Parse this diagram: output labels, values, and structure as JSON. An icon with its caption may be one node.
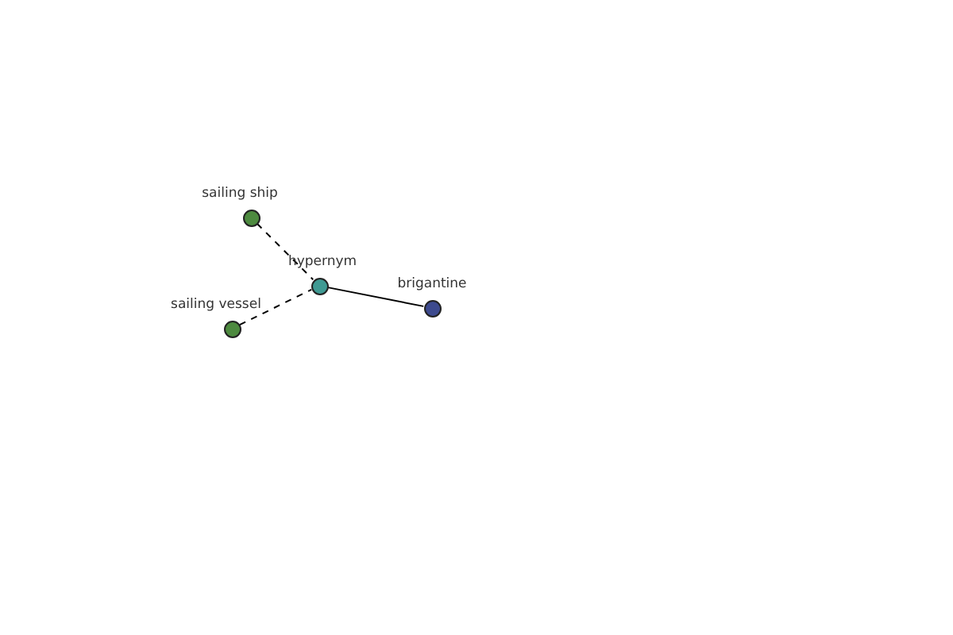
{
  "diagram": {
    "nodes": [
      {
        "text": [
          "sailing ship"
        ]
      },
      {
        "text": [
          "hypernym"
        ]
      },
      {
        "text": [
          "sailing vessel"
        ]
      },
      {
        "text": [
          "brigantine"
        ]
      }
    ],
    "edges": [
      {
        "from": 0,
        "to": 1,
        "arrow": "none",
        "style": "dashed"
      },
      {
        "from": 2,
        "to": 1,
        "arrow": "none",
        "style": "dashed"
      },
      {
        "from": 1,
        "to": 3,
        "arrow": "none"
      }
    ]
  }
}
